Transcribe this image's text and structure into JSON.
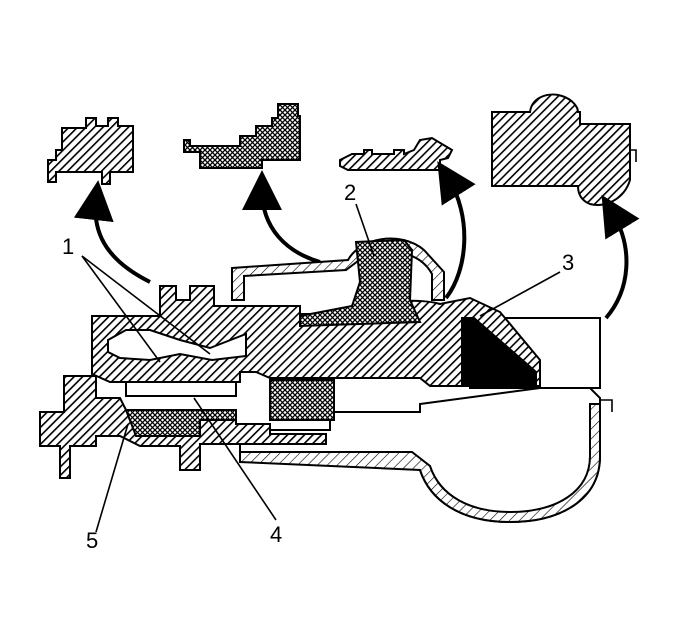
{
  "diagram": {
    "callouts": {
      "c1": "1",
      "c2": "2",
      "c3": "3",
      "c4": "4",
      "c5": "5"
    },
    "colors": {
      "ink": "#000000",
      "paper": "#ffffff"
    }
  }
}
